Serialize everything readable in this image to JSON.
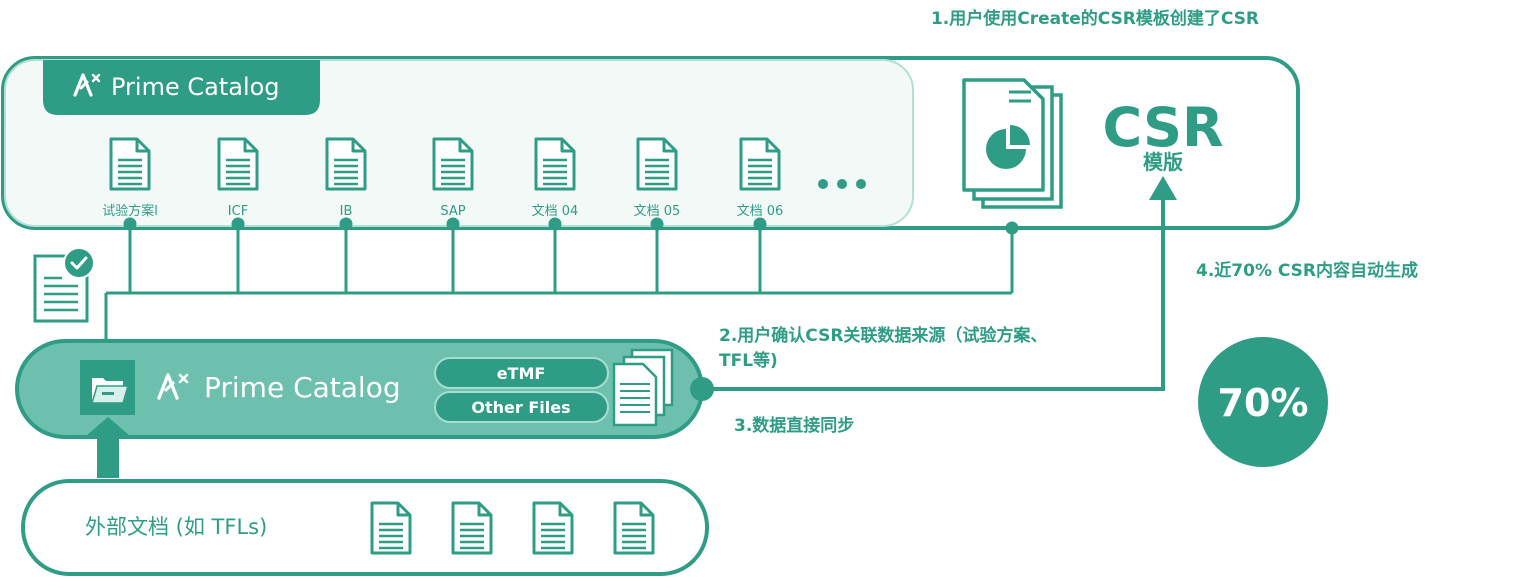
{
  "colors": {
    "teal": "#2f9d86",
    "teal_dark": "#2a8f7a",
    "teal_light": "#6cc0ad",
    "panel_bg": "#f2f9f7",
    "white": "#ffffff"
  },
  "steps": {
    "step1": "1.用户使用Create的CSR模板创建了CSR",
    "step2_line1": "2.用户确认CSR关联数据来源（试验方案、",
    "step2_line2": "TFL等)",
    "step3": "3.数据直接同步",
    "step4": "4.近70% CSR内容自动生成"
  },
  "catalog_top": {
    "brand_name": "Prime Catalog",
    "documents": [
      {
        "label": "试验方案l"
      },
      {
        "label": "ICF"
      },
      {
        "label": "IB"
      },
      {
        "label": "SAP"
      },
      {
        "label": "文档 04"
      },
      {
        "label": "文档 05"
      },
      {
        "label": "文档 06"
      }
    ],
    "more_icon": "ellipsis-icon"
  },
  "csr_template": {
    "title": "CSR",
    "subtitle": "模版",
    "icon": "report-pie-chart-icon"
  },
  "catalog_bottom": {
    "brand_name": "Prime Catalog",
    "folder_icon": "folder-open-icon",
    "pills": [
      {
        "label": "eTMF"
      },
      {
        "label": "Other Files"
      }
    ],
    "stack_icon": "document-stack-icon"
  },
  "external": {
    "label": "外部文档 (如 TFLs)",
    "doc_count": 4
  },
  "checklist_icon": "checked-document-icon",
  "result": {
    "value": "70%"
  }
}
